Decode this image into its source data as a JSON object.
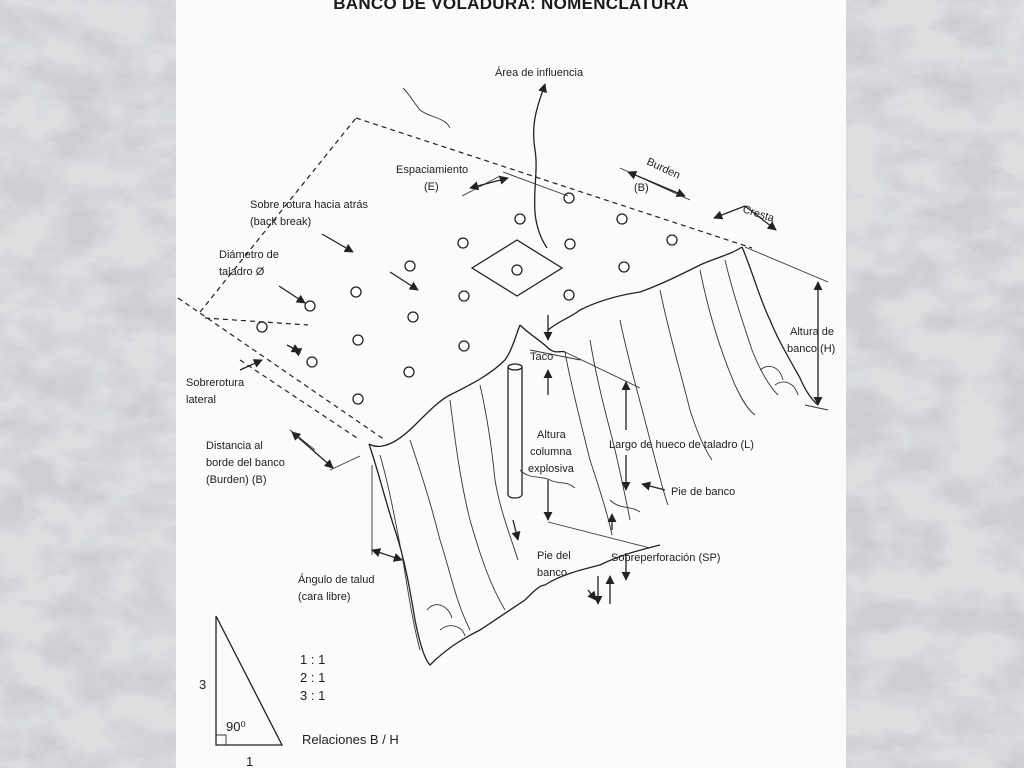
{
  "title": "BANCO DE VOLADURA: NOMENCLATURA",
  "labels": {
    "area_influencia": "Área de influencia",
    "espaciamiento": [
      "Espaciamiento",
      "(E)"
    ],
    "burden": [
      "Burden",
      "(B)"
    ],
    "cresta": "Cresta",
    "sobre_rotura": [
      "Sobre rotura hacia atrás",
      "(back break)"
    ],
    "diametro": [
      "Diámetro de",
      "taladro Ø"
    ],
    "altura_banco": [
      "Altura de",
      "banco (H)"
    ],
    "taco": "Taco",
    "sobrerotura_lateral": [
      "Sobrerotura",
      "lateral"
    ],
    "altura_columna": [
      "Altura",
      "columna",
      "explosiva"
    ],
    "largo_hueco": "Largo de hueco de taladro (L)",
    "distancia_borde": [
      "Distancia al",
      "borde del banco",
      "(Burden) (B)"
    ],
    "pie_de_banco": "Pie de banco",
    "pie_del_banco": [
      "Pie del",
      "banco"
    ],
    "sobreperforacion": "Sobreperforación (SP)",
    "angulo_talud": [
      "Ángulo de talud",
      "(cara libre)"
    ],
    "relaciones_title": "Relaciones B / H",
    "ratios": [
      "1 : 1",
      "2 : 1",
      "3 : 1"
    ],
    "triangle_height": "3",
    "triangle_base": "1",
    "triangle_angle": "90⁰"
  },
  "colors": {
    "background_marble": "#d8dadc",
    "sheet": "#fbfbfb",
    "ink": "#222222"
  }
}
